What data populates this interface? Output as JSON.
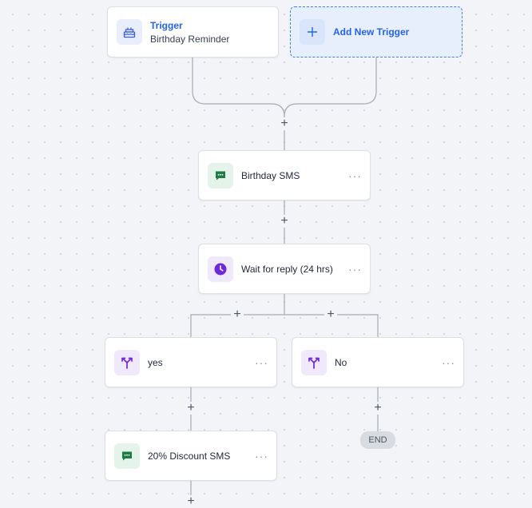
{
  "trigger": {
    "title": "Trigger",
    "subtitle": "Birthday Reminder",
    "icon": "cake-icon"
  },
  "add_trigger": {
    "label": "Add New Trigger",
    "icon": "plus-icon"
  },
  "steps": {
    "birthday_sms": {
      "label": "Birthday SMS",
      "icon": "message-icon",
      "menu": "···"
    },
    "wait": {
      "label": "Wait for reply (24 hrs)",
      "icon": "clock-icon",
      "menu": "···"
    },
    "branch_yes": {
      "label": "yes",
      "icon": "branch-icon",
      "menu": "···"
    },
    "branch_no": {
      "label": "No",
      "icon": "branch-icon",
      "menu": "···"
    },
    "discount_sms": {
      "label": "20% Discount SMS",
      "icon": "message-icon",
      "menu": "···"
    }
  },
  "end": {
    "label": "END"
  },
  "plus_symbol": "+",
  "colors": {
    "accent": "#2563eb",
    "sms": "#16a34a",
    "wait": "#6d28d9",
    "branch": "#7c3aed"
  }
}
